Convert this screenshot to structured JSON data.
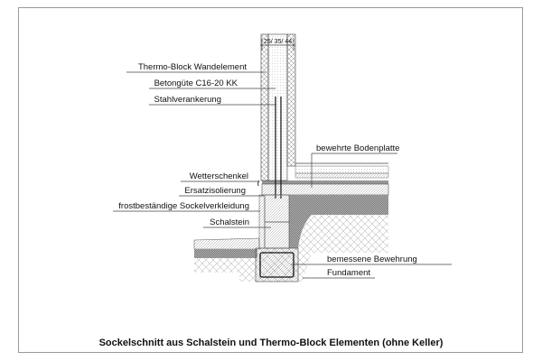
{
  "title": "Sockelschnitt aus Schalstein und Thermo-Block Elementen (ohne Keller)",
  "dimension": "25/ 35/ 44",
  "labels_left": [
    "Thermo-Block Wandelement",
    "Betongüte C16-20 KK",
    "Stahlverankerung",
    "Wetterschenkel",
    "Ersatzisolierung",
    "frostbeständige Sockelverkleidung",
    "Schalstein"
  ],
  "labels_right": [
    "bewehrte Bodenplatte",
    "bemessene Bewehrung",
    "Fundament"
  ]
}
